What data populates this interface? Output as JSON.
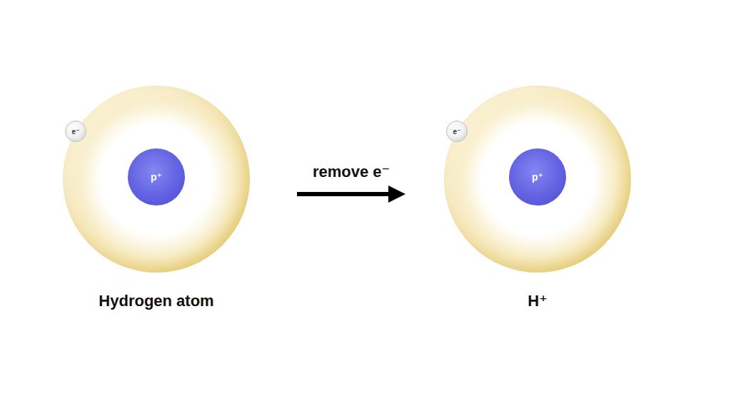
{
  "diagram": {
    "nodes": [
      {
        "text": [
          "Hydrogen atom"
        ]
      },
      {
        "text": [
          "p⁺"
        ],
        "in": 0
      },
      {
        "text": [
          "e⁻"
        ],
        "in": 0
      },
      {
        "text": [
          "H⁺"
        ]
      },
      {
        "text": [
          "p⁺"
        ],
        "in": 3
      },
      {
        "text": [
          "e⁻"
        ],
        "in": 3
      }
    ],
    "edges": [
      {
        "from": 0,
        "to": 3,
        "arrow": "to",
        "label": "remove e⁻"
      }
    ]
  }
}
